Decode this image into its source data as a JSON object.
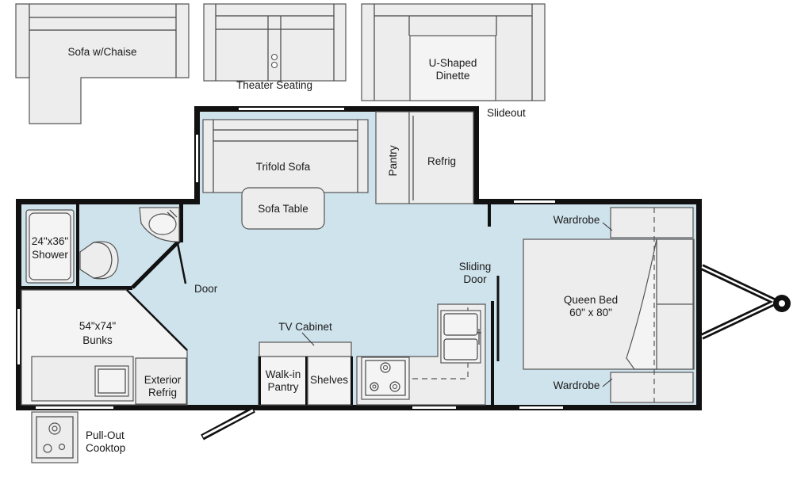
{
  "colors": {
    "floor": "#cfe3ec",
    "wall": "#111111",
    "furniture": "#ededed",
    "outline": "#555555"
  },
  "options": {
    "sofa_chaise": "Sofa w/Chaise",
    "theater_seating": "Theater Seating",
    "u_dinette_line1": "U-Shaped",
    "u_dinette_line2": "Dinette",
    "slideout": "Slideout"
  },
  "rooms": {
    "trifold_sofa": "Trifold Sofa",
    "sofa_table": "Sofa Table",
    "pantry": "Pantry",
    "refrig": "Refrig",
    "wardrobe_top": "Wardrobe",
    "wardrobe_bottom": "Wardrobe",
    "shower_line1": "24\"x36\"",
    "shower_line2": "Shower",
    "door": "Door",
    "sliding_door_line1": "Sliding",
    "sliding_door_line2": "Door",
    "queen_bed_line1": "Queen Bed",
    "queen_bed_line2": "60\" x 80\"",
    "bunks_line1": "54\"x74\"",
    "bunks_line2": "Bunks",
    "tv_cabinet": "TV Cabinet",
    "exterior_refrig_line1": "Exterior",
    "exterior_refrig_line2": "Refrig",
    "walkin_pantry_line1": "Walk-in",
    "walkin_pantry_line2": "Pantry",
    "shelves": "Shelves",
    "pullout_cooktop_line1": "Pull-Out",
    "pullout_cooktop_line2": "Cooktop"
  }
}
